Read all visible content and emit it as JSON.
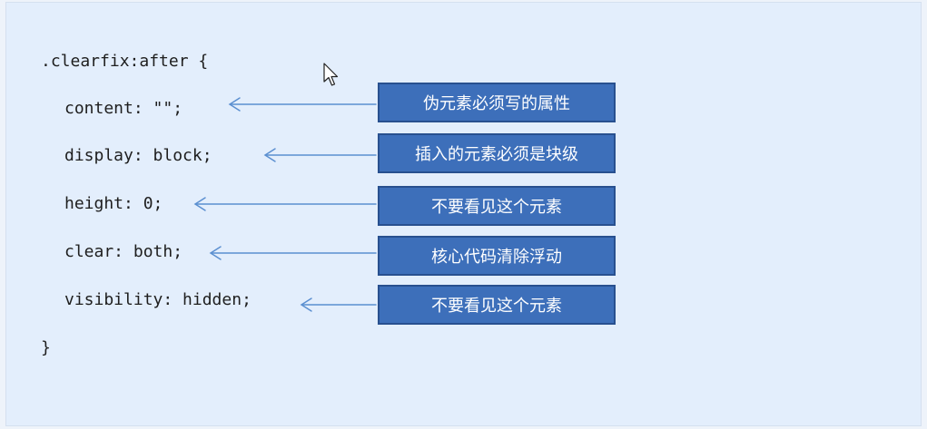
{
  "code": {
    "selector": ".clearfix:after {",
    "lines": [
      "content: \"\";",
      "display: block;",
      "height: 0;",
      "clear: both;",
      "visibility: hidden;"
    ],
    "closing": "}"
  },
  "annotations": [
    "伪元素必须写的属性",
    "插入的元素必须是块级",
    "不要看见这个元素",
    "核心代码清除浮动",
    "不要看见这个元素"
  ],
  "colors": {
    "box_fill": "#3d6fba",
    "box_border": "#28508f",
    "arrow": "#5b8fd0",
    "background": "#e3eefc"
  },
  "icons": {
    "cursor": "mouse-pointer-icon"
  }
}
